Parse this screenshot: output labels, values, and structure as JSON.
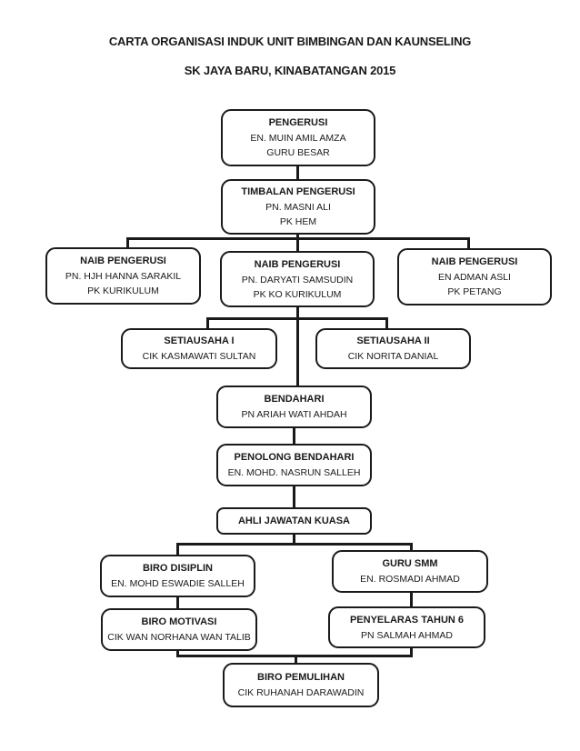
{
  "page": {
    "title_line1": "CARTA ORGANISASI INDUK UNIT BIMBINGAN DAN KAUNSELING",
    "title_line2": "SK JAYA BARU, KINABATANGAN 2015"
  },
  "chart": {
    "type": "org-chart",
    "colors": {
      "background": "#ffffff",
      "box_border": "#1a1a1a",
      "line": "#1a1a1a",
      "text": "#1a1a1a"
    },
    "nodes": [
      {
        "id": "pengerusi",
        "title": "PENGERUSI",
        "person": "EN. MUIN AMIL AMZA",
        "role": "GURU BESAR"
      },
      {
        "id": "timbalan-pengerusi",
        "title": "TIMBALAN PENGERUSI",
        "person": "PN. MASNI ALI",
        "role": "PK HEM"
      },
      {
        "id": "naib-pengerusi-1",
        "title": "NAIB PENGERUSI",
        "person": "PN. HJH HANNA SARAKIL",
        "role": "PK KURIKULUM"
      },
      {
        "id": "naib-pengerusi-2",
        "title": "NAIB PENGERUSI",
        "person": "PN. DARYATI SAMSUDIN",
        "role": "PK KO KURIKULUM"
      },
      {
        "id": "naib-pengerusi-3",
        "title": "NAIB PENGERUSI",
        "person": "EN ADMAN ASLI",
        "role": "PK PETANG"
      },
      {
        "id": "setiausaha-1",
        "title": "SETIAUSAHA I",
        "person": "CIK KASMAWATI SULTAN"
      },
      {
        "id": "setiausaha-2",
        "title": "SETIAUSAHA II",
        "person": "CIK NORITA DANIAL"
      },
      {
        "id": "bendahari",
        "title": "BENDAHARI",
        "person": "PN ARIAH WATI AHDAH"
      },
      {
        "id": "penolong-bendahari",
        "title": "PENOLONG BENDAHARI",
        "person": "EN. MOHD. NASRUN SALLEH"
      },
      {
        "id": "ahli-jawatan-kuasa",
        "title": "AHLI JAWATAN KUASA"
      },
      {
        "id": "biro-disiplin",
        "title": "BIRO DISIPLIN",
        "person": "EN. MOHD ESWADIE SALLEH"
      },
      {
        "id": "guru-smm",
        "title": "GURU SMM",
        "person": "EN. ROSMADI AHMAD"
      },
      {
        "id": "biro-motivasi",
        "title": "BIRO MOTIVASI",
        "person": "CIK WAN NORHANA WAN TALIB"
      },
      {
        "id": "penyelaras-tahun-6",
        "title": "PENYELARAS TAHUN 6",
        "person": "PN SALMAH AHMAD"
      },
      {
        "id": "biro-pemulihan",
        "title": "BIRO PEMULIHAN",
        "person": "CIK RUHANAH DARAWADIN"
      }
    ],
    "edges": [
      [
        "pengerusi",
        "timbalan-pengerusi"
      ],
      [
        "timbalan-pengerusi",
        "naib-pengerusi-1"
      ],
      [
        "timbalan-pengerusi",
        "naib-pengerusi-2"
      ],
      [
        "timbalan-pengerusi",
        "naib-pengerusi-3"
      ],
      [
        "naib-pengerusi-2",
        "setiausaha-1"
      ],
      [
        "naib-pengerusi-2",
        "setiausaha-2"
      ],
      [
        "naib-pengerusi-2",
        "bendahari"
      ],
      [
        "bendahari",
        "penolong-bendahari"
      ],
      [
        "penolong-bendahari",
        "ahli-jawatan-kuasa"
      ],
      [
        "ahli-jawatan-kuasa",
        "biro-disiplin"
      ],
      [
        "ahli-jawatan-kuasa",
        "guru-smm"
      ],
      [
        "biro-disiplin",
        "biro-motivasi"
      ],
      [
        "guru-smm",
        "penyelaras-tahun-6"
      ],
      [
        "biro-motivasi",
        "biro-pemulihan"
      ],
      [
        "penyelaras-tahun-6",
        "biro-pemulihan"
      ]
    ]
  }
}
